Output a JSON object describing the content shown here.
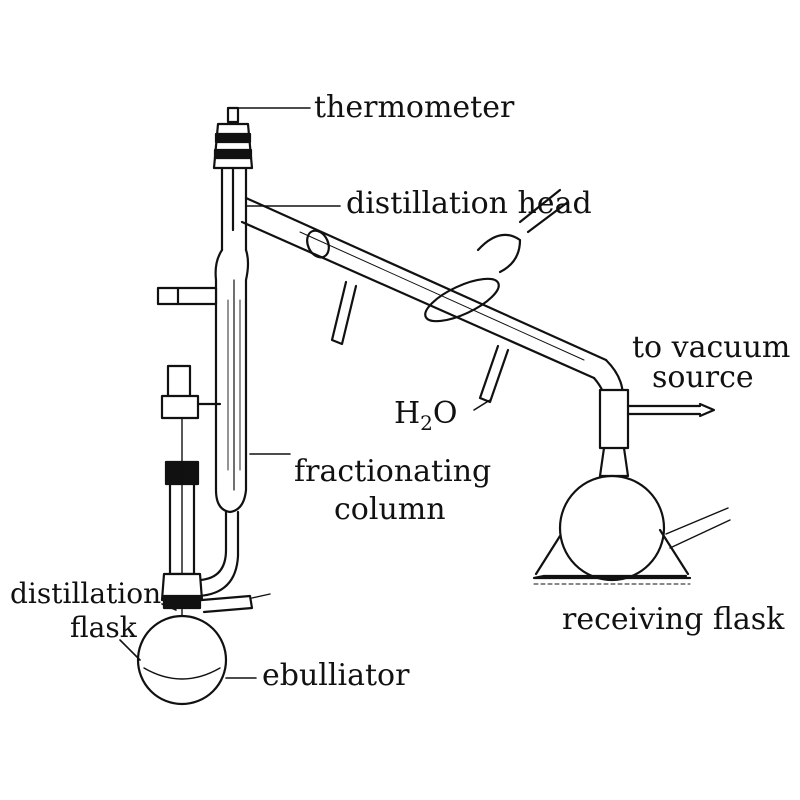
{
  "labels": {
    "thermometer": "thermometer",
    "distillation_head": "distillation head",
    "vacuum_line1": "to vacuum",
    "vacuum_line2": "source",
    "water_H": "H",
    "water_sub": "2",
    "water_O": "O",
    "column_line1": "fractionating",
    "column_line2": "column",
    "flask_line1": "distillation",
    "flask_line2": "flask",
    "ebulliator": "ebulliator",
    "receiving_flask": "receiving flask"
  },
  "colors": {
    "ink": "#111111",
    "paper": "#ffffff"
  }
}
